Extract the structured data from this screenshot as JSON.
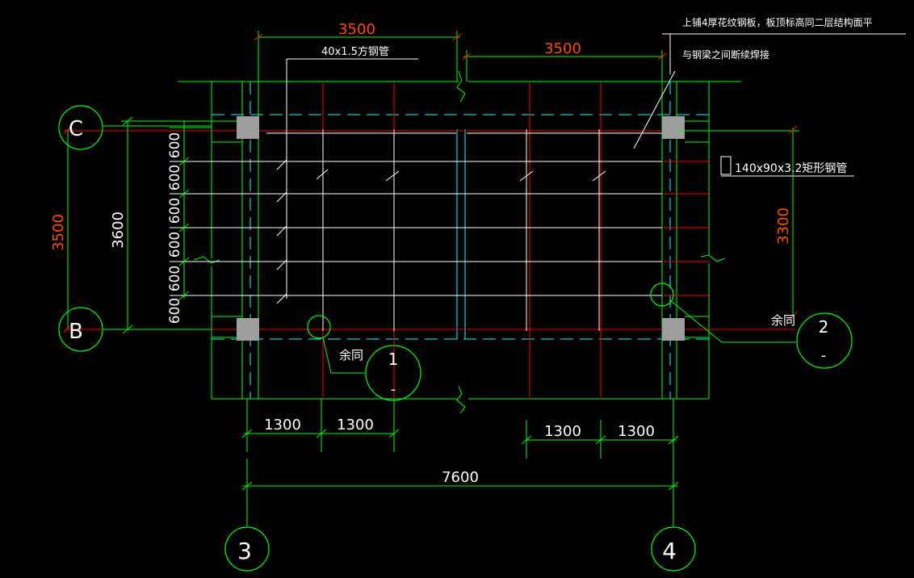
{
  "colors": {
    "background": "#000000",
    "green": "#00ff00",
    "red": "#ff0000",
    "white": "#ffffff",
    "cyan": "#00ffff",
    "orange_text": "#ff4b00",
    "gray_column": "#9e9e9e"
  },
  "annotations": {
    "note_line1": "上铺4厚花纹钢板，板顶标高同二层结构面平",
    "note_line2": "与钢梁之间断续焊接",
    "square_tube": "40x1.5方钢管",
    "rect_tube": "140x90x3.2矩形钢管",
    "same_left": "余同",
    "same_right": "余同"
  },
  "dimensions": {
    "top_left_span": "3500",
    "top_right_span": "3500",
    "left_outer": "3500",
    "left_inner": "3600",
    "right_span": "3300",
    "joist_spacing": [
      "600",
      "600",
      "600",
      "600",
      "600",
      "600"
    ],
    "bottom_left": [
      "1300",
      "1300"
    ],
    "bottom_right": [
      "1300",
      "1300"
    ],
    "bottom_total": "7600"
  },
  "axes": {
    "row_top": "C",
    "row_bottom": "B",
    "col_left": "3",
    "col_right": "4"
  },
  "section_markers": {
    "marker1_top": "1",
    "marker1_bottom": "-",
    "marker2_top": "2",
    "marker2_bottom": "-"
  }
}
